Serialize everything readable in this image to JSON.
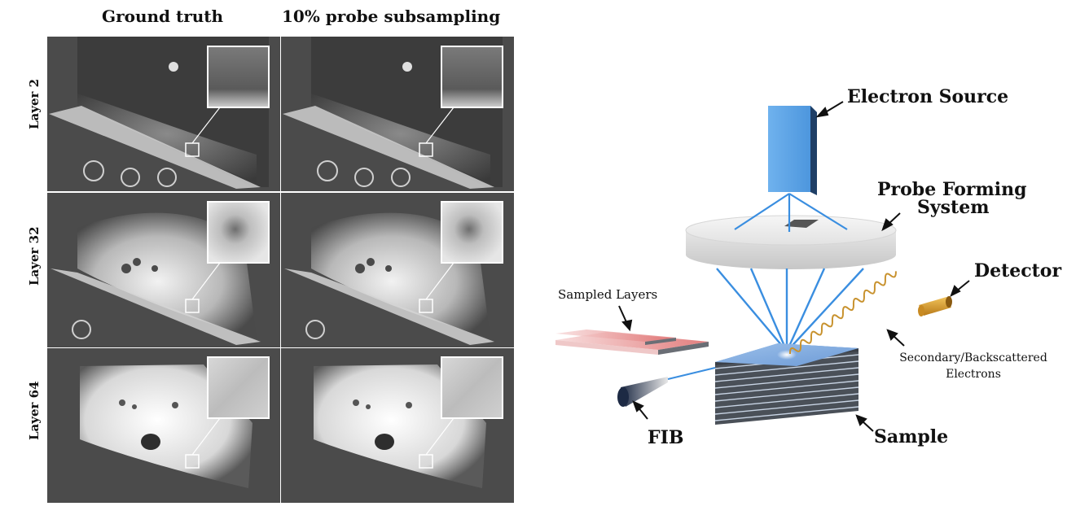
{
  "left_figure": {
    "col_headers": [
      "Ground truth",
      "10% probe subsampling"
    ],
    "row_labels": [
      "Layer 2",
      "Layer 32",
      "Layer 64"
    ]
  },
  "right_figure": {
    "labels": {
      "electron_source": "Electron Source",
      "probe_forming_line1": "Probe Forming",
      "probe_forming_line2": "System",
      "detector": "Detector",
      "sampled_layers": "Sampled Layers",
      "secondary_line1": "Secondary/Backscattered",
      "secondary_line2": "Electrons",
      "fib": "FIB",
      "sample": "Sample"
    },
    "colors": {
      "beam": "#3a8ee0",
      "source": "#5aa3e6",
      "sample_top": "#7fa8dc",
      "layer_edge": "#4a5058",
      "sampled_layer": "#e07878",
      "detector": "#d79a2a"
    }
  }
}
